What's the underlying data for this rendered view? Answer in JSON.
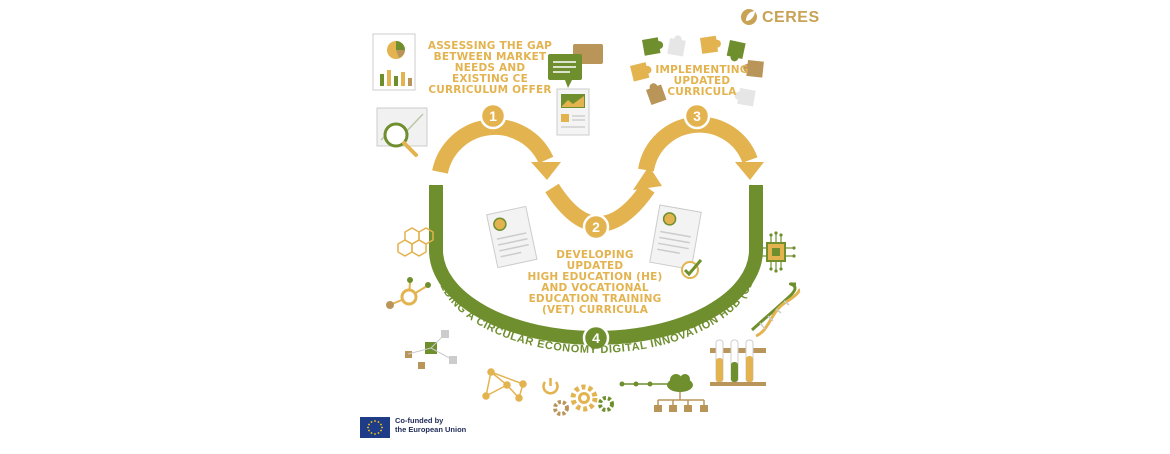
{
  "brand": {
    "name": "CERES"
  },
  "colors": {
    "gold": "#e3b34f",
    "green": "#6f8f2e",
    "tan": "#b9955a",
    "white": "#ffffff",
    "eu_blue": "#1f3c88",
    "eu_star": "#ffcc00"
  },
  "steps": [
    {
      "number": "1",
      "label": "ASSESSING THE GAP\nBETWEEN MARKET\nNEEDS AND\nEXISTING CE\nCURRICULUM OFFER"
    },
    {
      "number": "2",
      "label": "DEVELOPING\nUPDATED\nHIGH EDUCATION (HE)\nAND VOCATIONAL\nEDUCATION TRAINING\n(VET) CURRICULA"
    },
    {
      "number": "3",
      "label": "IMPLEMENTING\nUPDATED\nCURRICULA"
    },
    {
      "number": "4",
      "label": "BUILDING A CIRCULAR ECONOMY DIGITAL INNOVATION HUB (CEDIH)"
    }
  ],
  "funding": {
    "text": "Co-funded by\nthe European Union"
  },
  "icons": [
    "presentation-chart-icon",
    "magnifier-chart-icon",
    "chat-bubbles-icon",
    "report-document-icon",
    "puzzle-pieces-icon",
    "document-profile-icon",
    "checkmark-icon",
    "hexagon-network-icon",
    "molecule-icon",
    "cubes-network-icon",
    "network-nodes-icon",
    "gears-icon",
    "cloud-network-icon",
    "circuit-chip-icon",
    "dna-icon",
    "test-tubes-icon",
    "power-icon",
    "leaf-logo-icon",
    "eu-flag-icon"
  ]
}
